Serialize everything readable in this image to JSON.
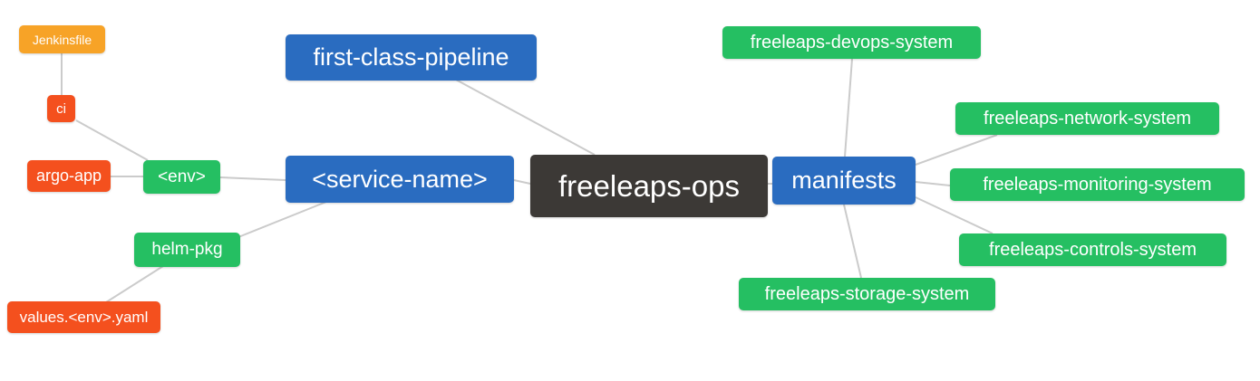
{
  "diagram": {
    "type": "mindmap",
    "root_label": "freeleaps-ops",
    "colors": {
      "root_bg": "#3c3936",
      "primary_node_bg": "#2a6cc0",
      "green_node_bg": "#25bf62",
      "red_node_bg": "#f4501e",
      "orange_node_bg": "#f7a327",
      "edge": "#cbcbcb",
      "node_text": "#ffffff",
      "background": "#ffffff"
    },
    "nodes": {
      "root": {
        "label": "freeleaps-ops"
      },
      "first_class_pipeline": {
        "label": "first-class-pipeline"
      },
      "service_name": {
        "label": "<service-name>"
      },
      "env": {
        "label": "<env>"
      },
      "ci": {
        "label": "ci"
      },
      "jenkinsfile": {
        "label": "Jenkinsfile"
      },
      "argo_app": {
        "label": "argo-app"
      },
      "helm_pkg": {
        "label": "helm-pkg"
      },
      "values_env_yaml": {
        "label": "values.<env>.yaml"
      },
      "manifests": {
        "label": "manifests"
      },
      "devops_system": {
        "label": "freeleaps-devops-system"
      },
      "network_system": {
        "label": "freeleaps-network-system"
      },
      "monitoring_system": {
        "label": "freeleaps-monitoring-system"
      },
      "controls_system": {
        "label": "freeleaps-controls-system"
      },
      "storage_system": {
        "label": "freeleaps-storage-system"
      }
    },
    "edges": [
      {
        "from": "jenkinsfile",
        "to": "ci"
      },
      {
        "from": "ci",
        "to": "env"
      },
      {
        "from": "argo_app",
        "to": "env"
      },
      {
        "from": "env",
        "to": "service_name"
      },
      {
        "from": "helm_pkg",
        "to": "service_name"
      },
      {
        "from": "values_env_yaml",
        "to": "helm_pkg"
      },
      {
        "from": "service_name",
        "to": "root"
      },
      {
        "from": "first_class_pipeline",
        "to": "root"
      },
      {
        "from": "root",
        "to": "manifests"
      },
      {
        "from": "manifests",
        "to": "devops_system"
      },
      {
        "from": "manifests",
        "to": "network_system"
      },
      {
        "from": "manifests",
        "to": "monitoring_system"
      },
      {
        "from": "manifests",
        "to": "controls_system"
      },
      {
        "from": "manifests",
        "to": "storage_system"
      }
    ]
  }
}
